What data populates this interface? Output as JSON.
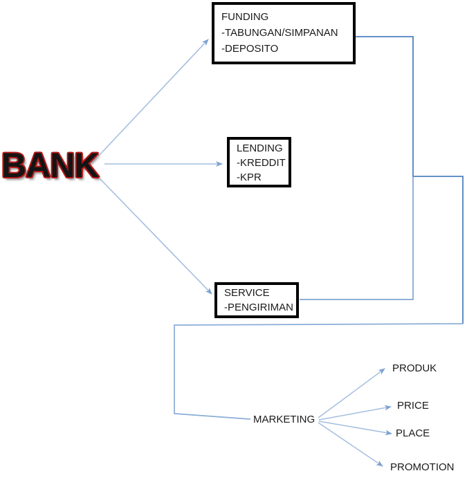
{
  "diagram": {
    "root": {
      "label": "BANK"
    },
    "boxes": [
      {
        "title": "FUNDING",
        "items": [
          "-TABUNGAN/SIMPANAN",
          "-DEPOSITO"
        ]
      },
      {
        "title": "LENDING",
        "items": [
          "-KREDDIT",
          "-KPR"
        ]
      },
      {
        "title": "SERVICE",
        "items": [
          "-PENGIRIMAN"
        ]
      }
    ],
    "marketing": {
      "label": "MARKETING",
      "children": [
        "PRODUK",
        "PRICE",
        "PLACE",
        "PROMOTION"
      ]
    },
    "colors": {
      "connector_dark": "#4f81bd",
      "connector_mid": "#8aadd6",
      "connector_light": "#a4bedf",
      "arrowhead": "#7da2cf",
      "box_border": "#000000",
      "root_text": "#141414",
      "root_outline": "#b61919",
      "background": "#ffffff"
    }
  }
}
